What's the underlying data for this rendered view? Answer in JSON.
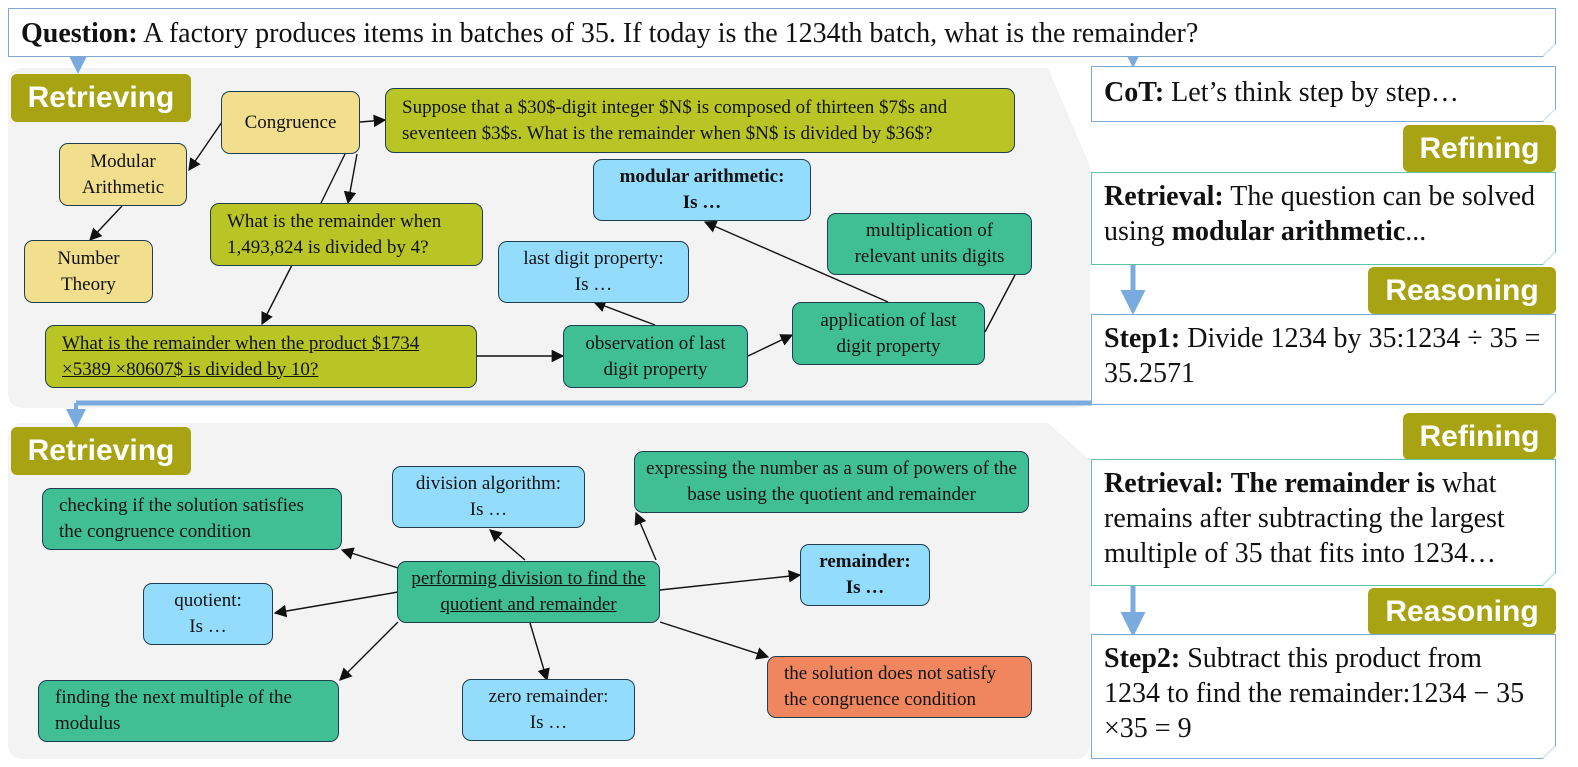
{
  "question": {
    "label": "Question:",
    "text": "A factory produces items in batches of 35. If today is the 1234th batch, what is the remainder?"
  },
  "panel1": {
    "tag": "Retrieving",
    "nodes": {
      "congruence": "Congruence",
      "modular_arithmetic": "Modular Arithmetic",
      "number_theory": "Number Theory",
      "suppose": "Suppose that a $30$-digit integer $N$ is composed of thirteen $7$s and seventeen $3$s. What is the remainder when $N$ is divided by $36$?",
      "what_remainder": "What is the remainder when 1,493,824 is divided by 4?",
      "product": "What is the remainder when the product $1734 ×5389 ×80607$ is divided by 10?",
      "modular_arith_is_title": "modular arithmetic:",
      "modular_arith_is_sub": "Is …",
      "last_digit_title": "last digit property:",
      "last_digit_sub": "Is …",
      "multiplication": "multiplication of relevant units digits",
      "observation": "observation of last digit property",
      "application": "application of last digit property"
    }
  },
  "panel2": {
    "tag": "Retrieving",
    "nodes": {
      "checking": "checking if the solution satisfies the congruence condition",
      "division_alg_title": "division algorithm:",
      "division_alg_sub": "Is …",
      "expressing": "expressing the number as a sum of powers of the base using the quotient and remainder",
      "remainder_title": "remainder:",
      "remainder_sub": "Is …",
      "quotient_title": "quotient:",
      "quotient_sub": "Is …",
      "performing": "performing division to find the quotient and remainder",
      "finding": "finding the next multiple of the modulus",
      "zero_rem_title": "zero remainder:",
      "zero_rem_sub": "Is …",
      "not_satisfy": "the solution does not satisfy the congruence condition"
    }
  },
  "right": {
    "cot": {
      "label": "CoT:",
      "text": "Let’s think step by step…"
    },
    "refining1": "Refining",
    "retrieval1": {
      "label": "Retrieval:",
      "text1": "The question can be solved using ",
      "bold": "modular arithmetic",
      "text2": "..."
    },
    "reasoning1": "Reasoning",
    "step1": {
      "label": "Step1:",
      "text": "Divide 1234 by 35:1234 ÷ 35 = 35.2571"
    },
    "refining2": "Refining",
    "retrieval2": {
      "label": "Retrieval:",
      "bold": "The remainder is",
      "text": "what remains after subtracting the largest multiple of 35 that fits into 1234…"
    },
    "reasoning2": "Reasoning",
    "step2": {
      "label": "Step2:",
      "text": "Subtract this product from 1234 to find the remainder:1234 − 35 ×35 = 9"
    }
  },
  "colors": {
    "tag": "#a8a313",
    "yellow": "#f2df8e",
    "olive": "#b9c524",
    "teal": "#3fbf93",
    "blue": "#93dcfb",
    "orange": "#f0865e",
    "frame": "#7fa7d3",
    "flow_arrow": "#7aabdf"
  }
}
